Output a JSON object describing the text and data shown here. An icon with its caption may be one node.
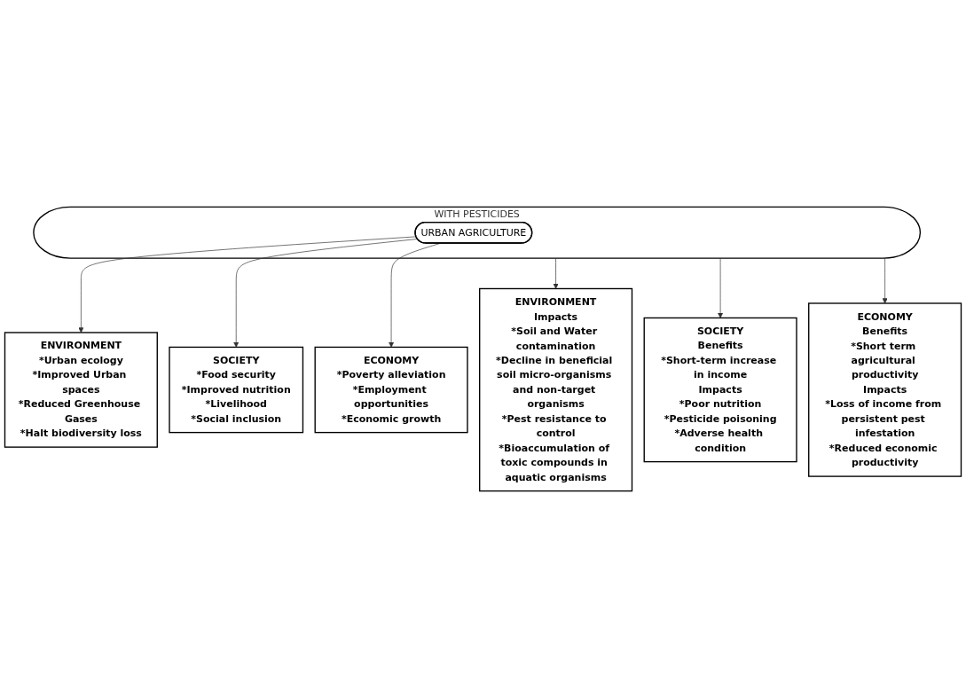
{
  "diagram": {
    "nodes": [
      {
        "text": [
          "WITH PESTICIDES"
        ]
      },
      {
        "text": [
          "URBAN AGRICULTURE"
        ],
        "in": 0
      },
      {
        "text": [
          "ENVIRONMENT",
          "Impacts",
          "*Soil and Water contamination",
          "*Decline in beneficial soil micro-organisms and non-target organisms",
          "*Pest resistance to control",
          "*Bioaccumulation of toxic compounds in aquatic organisms"
        ]
      },
      {
        "text": [
          "SOCIETY",
          "Benefits",
          "*Short-term increase in income",
          "Impacts",
          "*Poor nutrition",
          "*Pesticide poisoning",
          "*Adverse health condition"
        ]
      },
      {
        "text": [
          "ECONOMY",
          "Benefits",
          "*Short term agricultural productivity",
          "Impacts",
          "*Loss of income from persistent pest infestation",
          "*Reduced economic productivity"
        ]
      },
      {
        "text": [
          "ENVIRONMENT",
          "*Urban ecology",
          "*Improved Urban spaces",
          "*Reduced Greenhouse Gases",
          "*Halt biodiversity loss"
        ]
      },
      {
        "text": [
          "SOCIETY",
          "*Food security",
          "*Improved nutrition",
          "*Livelihood",
          "*Social inclusion"
        ]
      },
      {
        "text": [
          "ECONOMY",
          "*Poverty alleviation",
          "*Employment opportunities",
          "*Economic growth"
        ]
      }
    ],
    "edges": [
      {
        "from": 0,
        "to": 2,
        "arrow": "to"
      },
      {
        "from": 0,
        "to": 3,
        "arrow": "to"
      },
      {
        "from": 0,
        "to": 4,
        "arrow": "to"
      },
      {
        "from": 1,
        "to": 5,
        "arrow": "to"
      },
      {
        "from": 1,
        "to": 6,
        "arrow": "to"
      },
      {
        "from": 1,
        "to": 7,
        "arrow": "to"
      }
    ]
  }
}
